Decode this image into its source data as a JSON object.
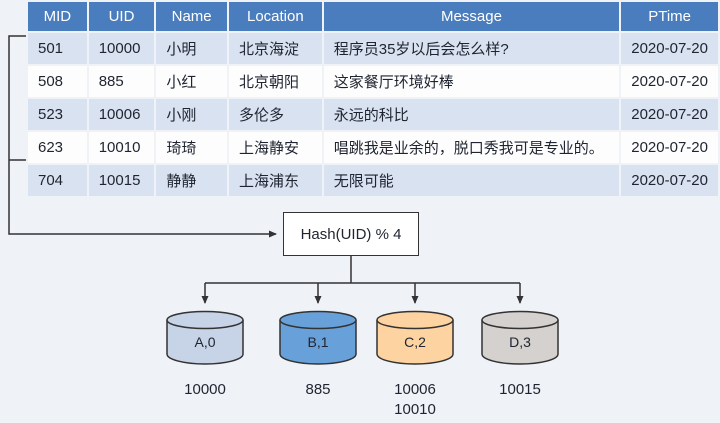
{
  "table": {
    "headers": [
      "MID",
      "UID",
      "Name",
      "Location",
      "Message",
      "PTime"
    ],
    "rows": [
      [
        "501",
        "10000",
        "小明",
        "北京海淀",
        "程序员35岁以后会怎么样?",
        "2020-07-20"
      ],
      [
        "508",
        "885",
        "小红",
        "北京朝阳",
        "这家餐厅环境好棒",
        "2020-07-20"
      ],
      [
        "523",
        "10006",
        "小刚",
        "多伦多",
        "永远的科比",
        "2020-07-20"
      ],
      [
        "623",
        "10010",
        "琦琦",
        "上海静安",
        "唱跳我是业余的，脱口秀我可是专业的。",
        "2020-07-20"
      ],
      [
        "704",
        "10015",
        "静静",
        "上海浦东",
        "无限可能",
        "2020-07-20"
      ]
    ]
  },
  "hash": {
    "label": "Hash(UID)  % 4"
  },
  "shards": [
    {
      "label": "A,0",
      "color": "#c7d3e7",
      "uids": "10000"
    },
    {
      "label": "B,1",
      "color": "#68a1d9",
      "uids": "885"
    },
    {
      "label": "C,2",
      "color": "#fcd3a1",
      "uids": "10006\n10010"
    },
    {
      "label": "D,3",
      "color": "#d4d1ce",
      "uids": "10015"
    }
  ],
  "colors": {
    "header_bg": "#4a7dbd",
    "row_alt": "#d8e2f0",
    "row_plain": "#fdfdfe",
    "line": "#333333",
    "page_bg": "#eff2f6"
  }
}
